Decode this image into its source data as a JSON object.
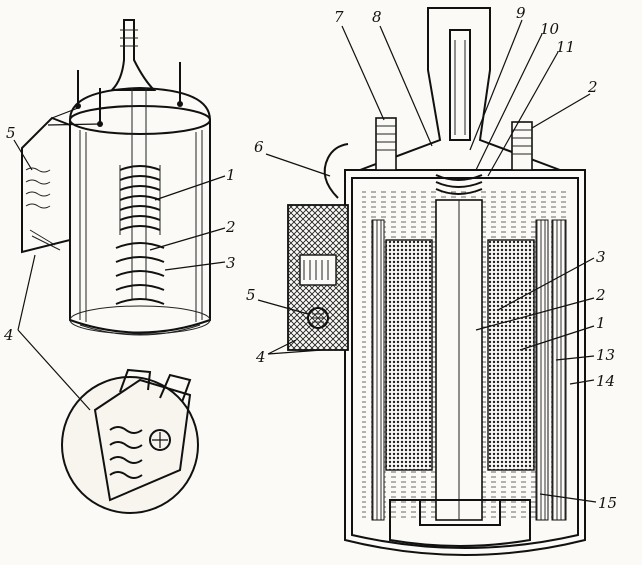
{
  "labels": {
    "left_1": "1",
    "left_2": "2",
    "left_3": "3",
    "left_4": "4",
    "left_5": "5",
    "r_7": "7",
    "r_8": "8",
    "r_9": "9",
    "r_10": "10",
    "r_11": "11",
    "r_2top": "2",
    "r_6": "6",
    "r_5": "5",
    "r_4": "4",
    "r_3": "3",
    "r_2": "2",
    "r_1": "1",
    "r_13": "13",
    "r_14": "14",
    "r_15": "15"
  },
  "colors": {
    "ink": "#111111",
    "paper": "#fbfaf6",
    "hatch": "#333333"
  }
}
